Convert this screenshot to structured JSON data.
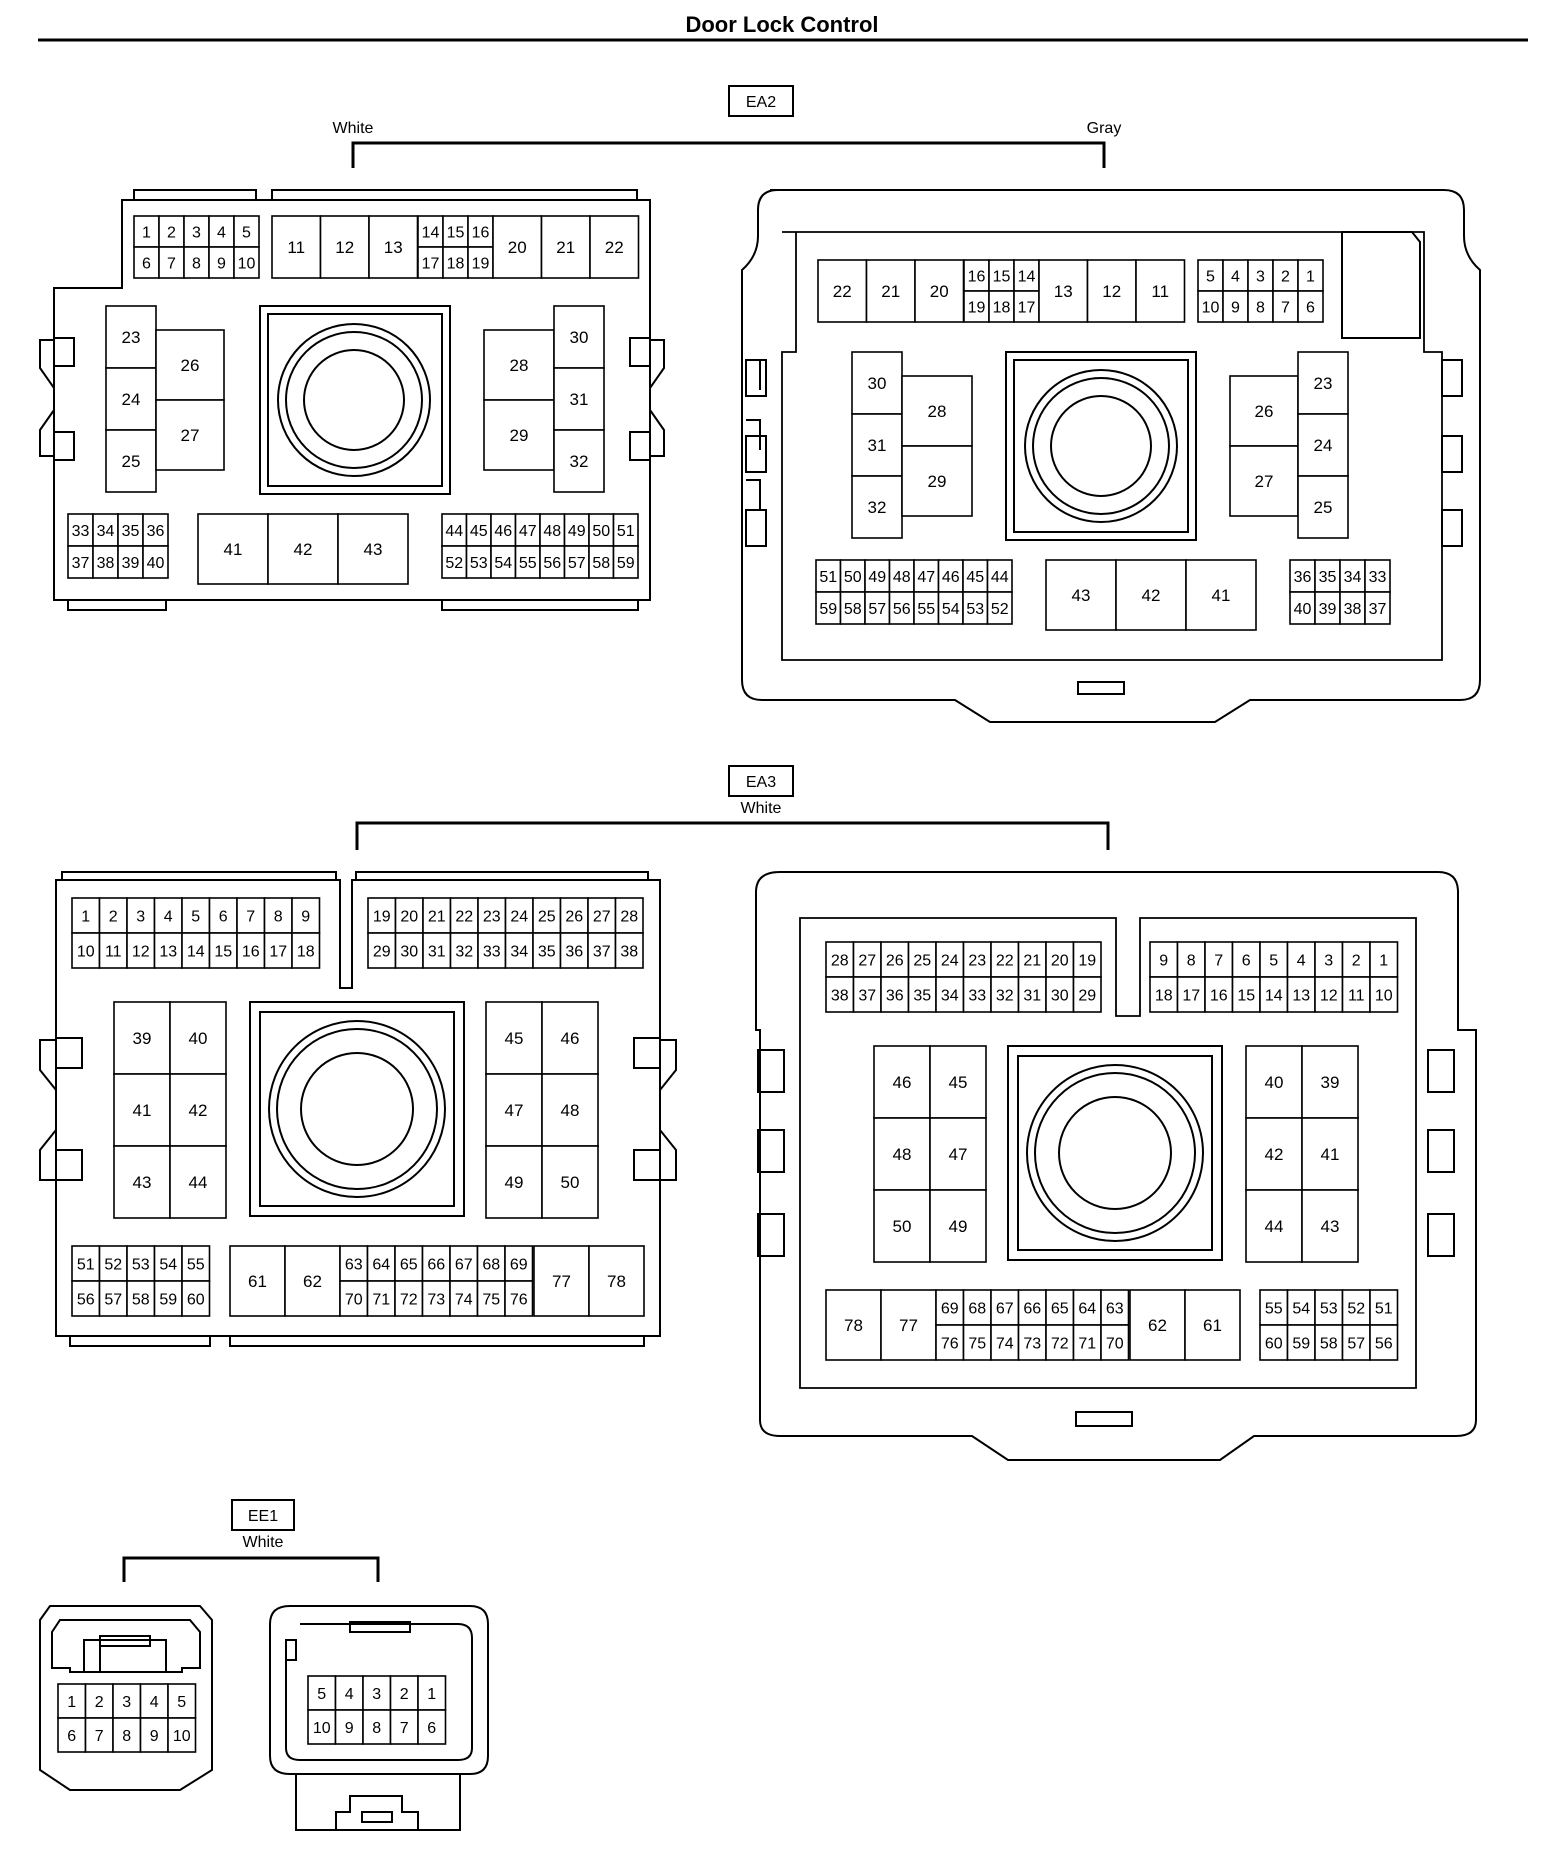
{
  "title": "Door Lock Control",
  "connectors": {
    "ea2": {
      "name": "EA2",
      "left_color": "White",
      "right_color": "Gray",
      "female_top_single": [
        [
          "1",
          "2",
          "3",
          "4",
          "5"
        ],
        [
          "6",
          "7",
          "8",
          "9",
          "10"
        ]
      ],
      "female_top_big_a": [
        "11",
        "12",
        "13"
      ],
      "female_top_small": [
        [
          "14",
          "15",
          "16"
        ],
        [
          "17",
          "18",
          "19"
        ]
      ],
      "female_top_big_b": [
        "20",
        "21",
        "22"
      ],
      "female_left_col": [
        "23",
        "24",
        "25"
      ],
      "female_left_pair": [
        "26",
        "27"
      ],
      "female_right_pair": [
        "28",
        "29"
      ],
      "female_right_col": [
        "30",
        "31",
        "32"
      ],
      "female_bl": [
        [
          "33",
          "34",
          "35",
          "36"
        ],
        [
          "37",
          "38",
          "39",
          "40"
        ]
      ],
      "female_bm": [
        "41",
        "42",
        "43"
      ],
      "female_br": [
        [
          "44",
          "45",
          "46",
          "47",
          "48",
          "49",
          "50",
          "51"
        ],
        [
          "52",
          "53",
          "54",
          "55",
          "56",
          "57",
          "58",
          "59"
        ]
      ],
      "male_top_big_b": [
        "22",
        "21",
        "20"
      ],
      "male_top_small": [
        [
          "16",
          "15",
          "14"
        ],
        [
          "19",
          "18",
          "17"
        ]
      ],
      "male_top_big_a": [
        "13",
        "12",
        "11"
      ],
      "male_top_single": [
        [
          "5",
          "4",
          "3",
          "2",
          "1"
        ],
        [
          "10",
          "9",
          "8",
          "7",
          "6"
        ]
      ],
      "male_left_col": [
        "30",
        "31",
        "32"
      ],
      "male_left_pair": [
        "28",
        "29"
      ],
      "male_right_pair": [
        "26",
        "27"
      ],
      "male_right_col": [
        "23",
        "24",
        "25"
      ],
      "male_bl": [
        [
          "51",
          "50",
          "49",
          "48",
          "47",
          "46",
          "45",
          "44"
        ],
        [
          "59",
          "58",
          "57",
          "56",
          "55",
          "54",
          "53",
          "52"
        ]
      ],
      "male_bm": [
        "43",
        "42",
        "41"
      ],
      "male_br": [
        [
          "36",
          "35",
          "34",
          "33"
        ],
        [
          "40",
          "39",
          "38",
          "37"
        ]
      ]
    },
    "ea3": {
      "name": "EA3",
      "color": "White",
      "female_top_a": [
        [
          "1",
          "2",
          "3",
          "4",
          "5",
          "6",
          "7",
          "8",
          "9"
        ],
        [
          "10",
          "11",
          "12",
          "13",
          "14",
          "15",
          "16",
          "17",
          "18"
        ]
      ],
      "female_top_b": [
        [
          "19",
          "20",
          "21",
          "22",
          "23",
          "24",
          "25",
          "26",
          "27",
          "28"
        ],
        [
          "29",
          "30",
          "31",
          "32",
          "33",
          "34",
          "35",
          "36",
          "37",
          "38"
        ]
      ],
      "female_grid_l": [
        [
          "39",
          "40"
        ],
        [
          "41",
          "42"
        ],
        [
          "43",
          "44"
        ]
      ],
      "female_grid_r": [
        [
          "45",
          "46"
        ],
        [
          "47",
          "48"
        ],
        [
          "49",
          "50"
        ]
      ],
      "female_bl": [
        [
          "51",
          "52",
          "53",
          "54",
          "55"
        ],
        [
          "56",
          "57",
          "58",
          "59",
          "60"
        ]
      ],
      "female_b_big_a": [
        "61",
        "62"
      ],
      "female_b_small": [
        [
          "63",
          "64",
          "65",
          "66",
          "67",
          "68",
          "69"
        ],
        [
          "70",
          "71",
          "72",
          "73",
          "74",
          "75",
          "76"
        ]
      ],
      "female_b_big_b": [
        "77",
        "78"
      ],
      "male_top_b": [
        [
          "28",
          "27",
          "26",
          "25",
          "24",
          "23",
          "22",
          "21",
          "20",
          "19"
        ],
        [
          "38",
          "37",
          "36",
          "35",
          "34",
          "33",
          "32",
          "31",
          "30",
          "29"
        ]
      ],
      "male_top_a": [
        [
          "9",
          "8",
          "7",
          "6",
          "5",
          "4",
          "3",
          "2",
          "1"
        ],
        [
          "18",
          "17",
          "16",
          "15",
          "14",
          "13",
          "12",
          "11",
          "10"
        ]
      ],
      "male_grid_l": [
        [
          "46",
          "45"
        ],
        [
          "48",
          "47"
        ],
        [
          "50",
          "49"
        ]
      ],
      "male_grid_r": [
        [
          "40",
          "39"
        ],
        [
          "42",
          "41"
        ],
        [
          "44",
          "43"
        ]
      ],
      "male_b_big_b": [
        "78",
        "77"
      ],
      "male_b_small": [
        [
          "69",
          "68",
          "67",
          "66",
          "65",
          "64",
          "63"
        ],
        [
          "76",
          "75",
          "74",
          "73",
          "72",
          "71",
          "70"
        ]
      ],
      "male_b_big_a": [
        "62",
        "61"
      ],
      "male_br": [
        [
          "55",
          "54",
          "53",
          "52",
          "51"
        ],
        [
          "60",
          "59",
          "58",
          "57",
          "56"
        ]
      ]
    },
    "ee1": {
      "name": "EE1",
      "color": "White",
      "female": [
        [
          "1",
          "2",
          "3",
          "4",
          "5"
        ],
        [
          "6",
          "7",
          "8",
          "9",
          "10"
        ]
      ],
      "male": [
        [
          "5",
          "4",
          "3",
          "2",
          "1"
        ],
        [
          "10",
          "9",
          "8",
          "7",
          "6"
        ]
      ]
    }
  }
}
